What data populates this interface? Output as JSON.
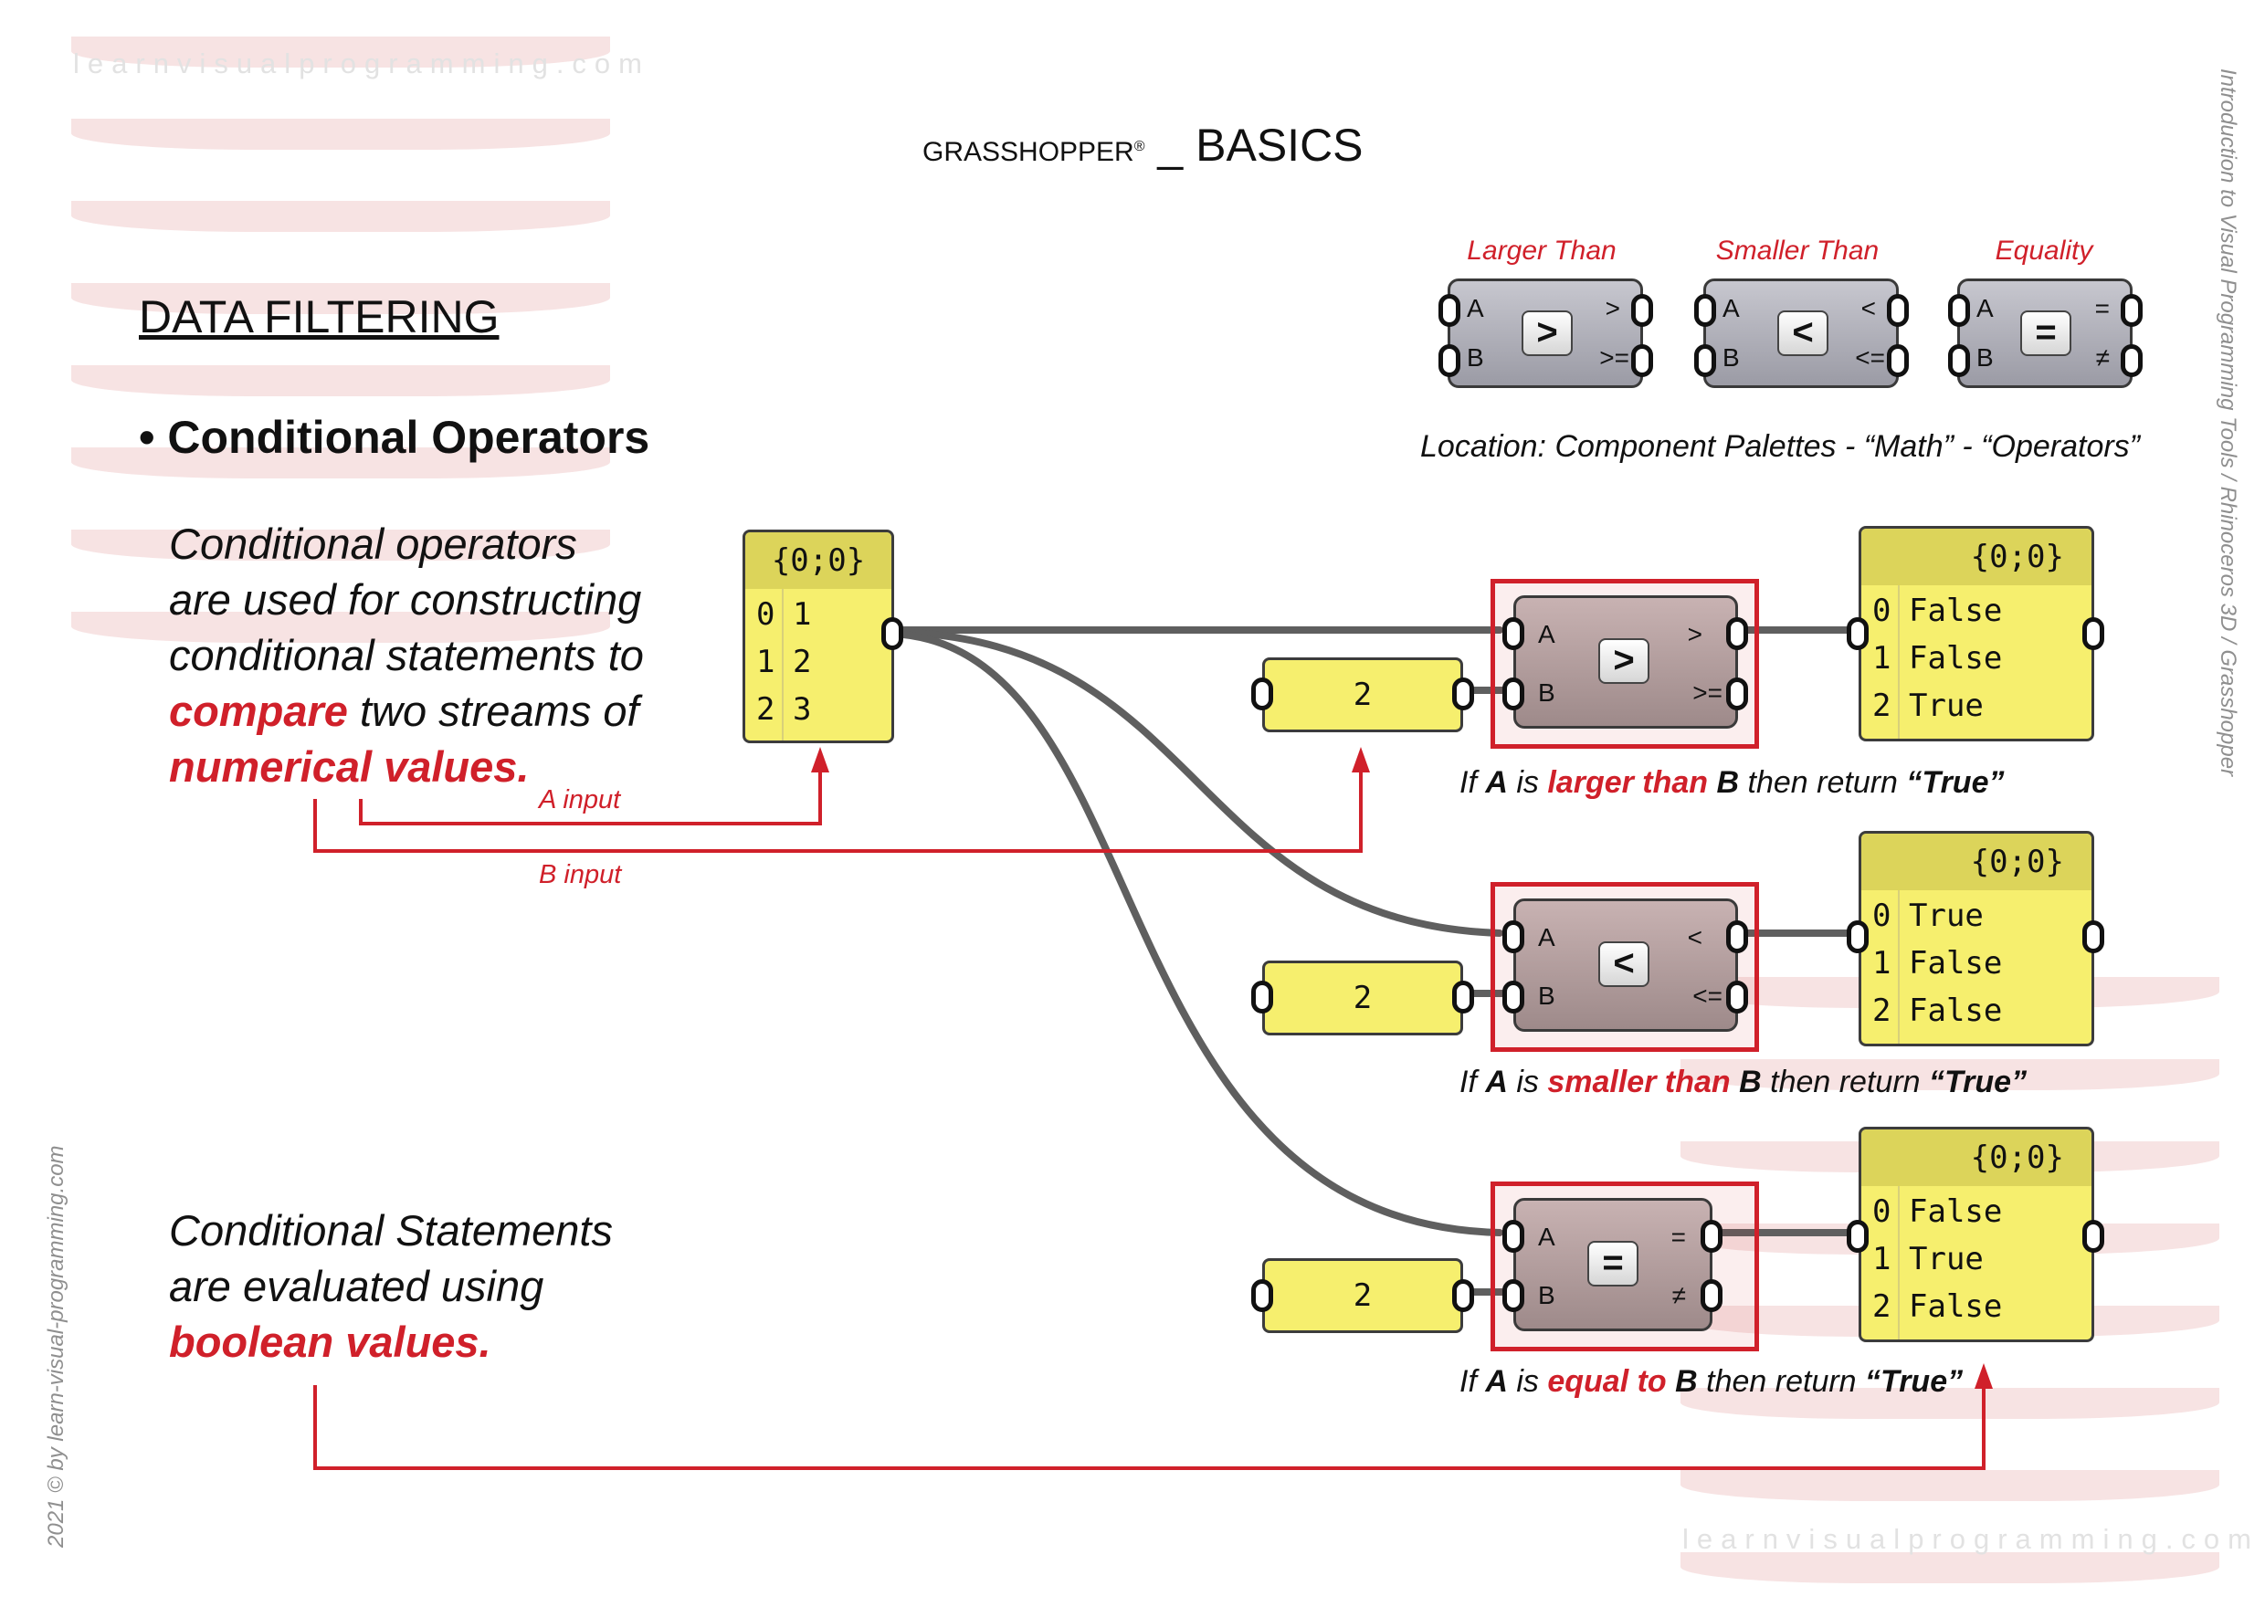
{
  "watermark": {
    "top": "learnvisualprogramming.com",
    "bottom": "learnvisualprogramming.com"
  },
  "title": {
    "prefix": "GRASSHOPPER",
    "reg": "®",
    "suffix": " _ BASICS"
  },
  "section": "DATA FILTERING",
  "bullet": "• Conditional Operators",
  "intro": {
    "line1": "Conditional operators",
    "line2": "are used for constructing",
    "line3": "conditional statements to",
    "compare": "compare",
    "line4_rest": " two streams of",
    "line5": "numerical values."
  },
  "statements": {
    "line1": "Conditional Statements",
    "line2": "are evaluated using",
    "line3": "boolean values."
  },
  "operators": [
    {
      "label": "Larger Than",
      "in_a": "A",
      "in_b": "B",
      "out_1": ">",
      "out_2": ">=",
      "symbol": ">"
    },
    {
      "label": "Smaller Than",
      "in_a": "A",
      "in_b": "B",
      "out_1": "<",
      "out_2": "<=",
      "symbol": "<"
    },
    {
      "label": "Equality",
      "in_a": "A",
      "in_b": "B",
      "out_1": "=",
      "out_2": "≠",
      "symbol": "="
    }
  ],
  "location": "Location: Component Palettes - “Math”  -  “Operators”",
  "input_panel": {
    "header": "{0;0}",
    "rows": [
      {
        "i": "0",
        "v": "1"
      },
      {
        "i": "1",
        "v": "2"
      },
      {
        "i": "2",
        "v": "3"
      }
    ]
  },
  "b_value": "2",
  "arrow_labels": {
    "a": "A input",
    "b": "B input"
  },
  "results": [
    {
      "header": "{0;0}",
      "rows": [
        {
          "i": "0",
          "v": "False"
        },
        {
          "i": "1",
          "v": "False"
        },
        {
          "i": "2",
          "v": "True"
        }
      ]
    },
    {
      "header": "{0;0}",
      "rows": [
        {
          "i": "0",
          "v": "True"
        },
        {
          "i": "1",
          "v": "False"
        },
        {
          "i": "2",
          "v": "False"
        }
      ]
    },
    {
      "header": "{0;0}",
      "rows": [
        {
          "i": "0",
          "v": "False"
        },
        {
          "i": "1",
          "v": "True"
        },
        {
          "i": "2",
          "v": "False"
        }
      ]
    }
  ],
  "captions": [
    {
      "if": "If ",
      "a": "A",
      "is": " is ",
      "rel": "larger than",
      "b": " B",
      "then": " then return ",
      "ret": "“True”"
    },
    {
      "if": "If ",
      "a": "A",
      "is": " is ",
      "rel": "smaller than",
      "b": " B",
      "then": " then return ",
      "ret": "“True”"
    },
    {
      "if": "If ",
      "a": "A",
      "is": " is ",
      "rel": "equal to",
      "b": " B",
      "then": " then return ",
      "ret": "“True”"
    }
  ],
  "side_right": "Introduction to Visual Programming Tools / Rhinoceros 3D / Grasshopper",
  "side_left": "2021 © by learn-visual-programming.com",
  "colors": {
    "accent_red": "#d0202a",
    "panel_yellow": "#f6ef6e",
    "stripe_pink": "#f7e3e3"
  }
}
